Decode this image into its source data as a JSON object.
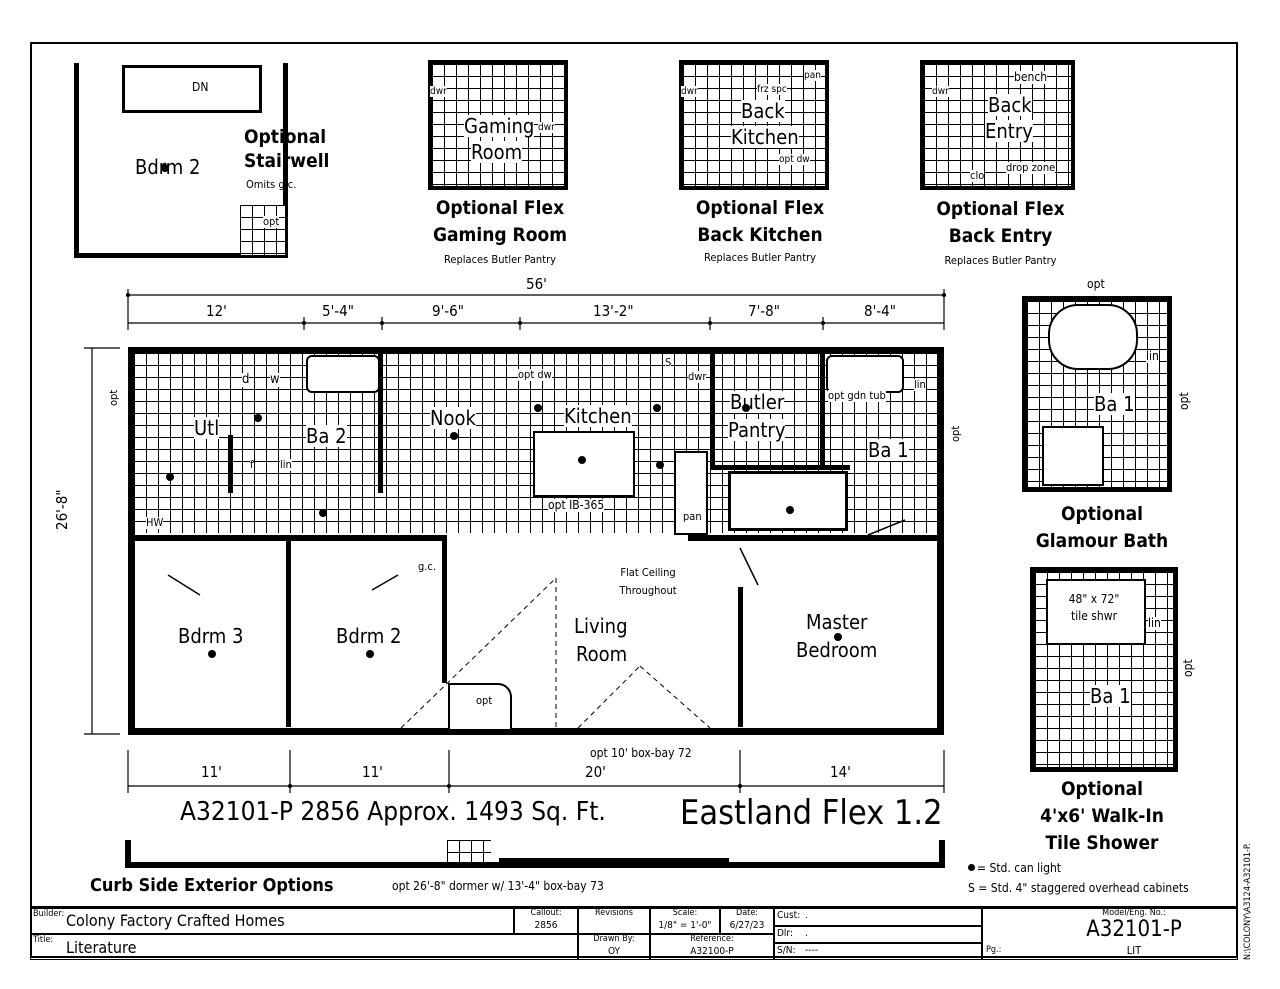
{
  "stairwell": {
    "room": "Bdrm 2",
    "dn": "DN",
    "title_1": "Optional",
    "title_2": "Stairwell",
    "note": "Omits g.c.",
    "opt": "opt"
  },
  "gaming": {
    "dwr1": "dwr",
    "dwr2": "dwr",
    "room_1": "Gaming",
    "room_2": "Room",
    "title_1": "Optional Flex",
    "title_2": "Gaming Room",
    "note": "Replaces Butler Pantry"
  },
  "back_kitchen": {
    "frz": "frz spc",
    "pan": "pan",
    "dwr": "dwr",
    "room_1": "Back",
    "room_2": "Kitchen",
    "optdw": "opt dw",
    "title_1": "Optional Flex",
    "title_2": "Back Kitchen",
    "note": "Replaces Butler Pantry"
  },
  "back_entry": {
    "bench": "bench",
    "dwr": "dwr",
    "room_1": "Back",
    "room_2": "Entry",
    "clo": "clo",
    "drop": "drop zone",
    "title_1": "Optional Flex",
    "title_2": "Back Entry",
    "note": "Replaces Butler Pantry"
  },
  "dimensions": {
    "overall": "56'",
    "top": [
      "12'",
      "5'-4\"",
      "9'-6\"",
      "13'-2\"",
      "7'-8\"",
      "8'-4\""
    ],
    "bottom": [
      "11'",
      "11'",
      "20'",
      "14'"
    ],
    "side": "26'-8\""
  },
  "main_plan": {
    "rooms": {
      "utl": "Utl",
      "ba2": "Ba 2",
      "nook": "Nook",
      "kitchen": "Kitchen",
      "butler_1": "Butler",
      "butler_2": "Pantry",
      "ba1": "Ba 1",
      "bdrm3": "Bdrm 3",
      "bdrm2": "Bdrm 2",
      "living_1": "Living",
      "living_2": "Room",
      "master_1": "Master",
      "master_2": "Bedroom"
    },
    "labels": {
      "d": "d",
      "w": "w",
      "f": "f",
      "lin_small": "lin",
      "hw": "HW",
      "opt_dw": "opt dw",
      "s": "S",
      "dwr": "dwr",
      "opt_ib": "opt IB-365",
      "pan": "pan",
      "gdn_tub": "opt gdn tub",
      "lin": "lin",
      "gc": "g.c.",
      "flat_1": "Flat Ceiling",
      "flat_2": "Throughout",
      "opt_left": "opt",
      "opt_right": "opt",
      "opt_fireplace": "opt",
      "boxbay": "opt 10' box-bay 72"
    }
  },
  "glamour": {
    "opt": "opt",
    "opt_side": "opt",
    "lin": "lin",
    "ba": "Ba 1",
    "title_1": "Optional",
    "title_2": "Glamour Bath"
  },
  "shower": {
    "size_1": "48\" x 72\"",
    "size_2": "tile shwr",
    "lin": "lin",
    "ba": "Ba 1",
    "opt_side": "opt",
    "title_1": "Optional",
    "title_2": "4'x6' Walk-In",
    "title_3": "Tile Shower"
  },
  "headline": {
    "model": "A32101-P 2856  Approx. 1493 Sq. Ft.",
    "name": "Eastland Flex 1.2"
  },
  "exterior": {
    "title": "Curb Side Exterior Options",
    "dormer": "opt 26'-8\" dormer w/ 13'-4\" box-bay 73"
  },
  "legend": {
    "can": "= Std. can light",
    "cabinets": "S = Std. 4\" staggered overhead cabinets"
  },
  "side_code": "N:\\COLONY\\A3124-A32101-P.",
  "title_block": {
    "builder_label": "Builder:",
    "builder": "Colony Factory Crafted Homes",
    "title_label": "Title:",
    "title": "Literature",
    "callout_label": "Callout:",
    "callout": "2856",
    "revisions_label": "Revisions",
    "drawn_label": "Drawn By:",
    "drawn": "OY",
    "scale_label": "Scale:",
    "scale": "1/8\" = 1'-0\"",
    "date_label": "Date:",
    "date": "6/27/23",
    "reference_label": "Reference:",
    "reference": "A32100-P",
    "cust_label": "Cust:",
    "cust": ".",
    "dlr_label": "Dlr:",
    "dlr": ".",
    "sn_label": "S/N:",
    "sn": "----",
    "model_label": "Model/Eng. No.:",
    "model": "A32101-P",
    "lit": "LIT",
    "pg_label": "Pg.:"
  },
  "colors": {
    "ink": "#000000",
    "paper": "#ffffff"
  }
}
